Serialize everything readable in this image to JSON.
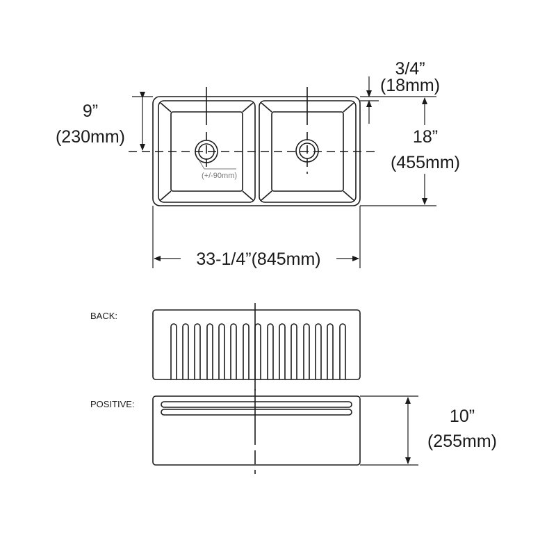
{
  "drawing": {
    "title": "Double bowl farmhouse sink dimension drawing",
    "colors": {
      "line": "#1a1a1a",
      "note": "#777777",
      "background": "#ffffff"
    }
  },
  "top_view": {
    "dim_rim": {
      "imperial": "3/4”",
      "metric": "(18mm)"
    },
    "dim_depth_front_to_drain": {
      "imperial": "9”",
      "metric": "(230mm)"
    },
    "dim_overall_depth": {
      "imperial": "18”",
      "metric": "(455mm)"
    },
    "dim_overall_width": {
      "label": "33-1/4”(845mm)"
    },
    "drain_note": "(+/-90mm)"
  },
  "back_view": {
    "label": "BACK:",
    "flute_count": 15
  },
  "front_view": {
    "label": "POSITIVE:",
    "dim_height": {
      "imperial": "10”",
      "metric": "(255mm)"
    }
  }
}
